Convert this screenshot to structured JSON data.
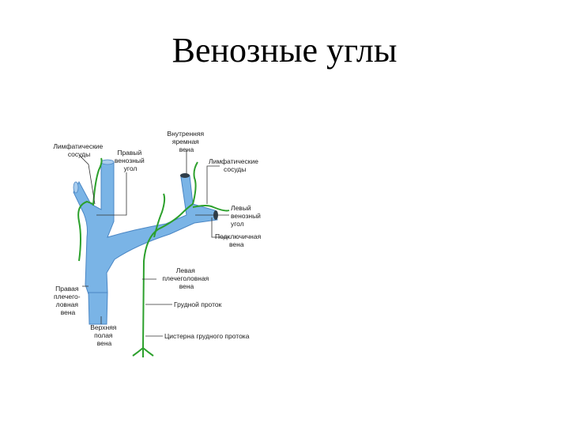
{
  "slide": {
    "title": "Венозные углы"
  },
  "colors": {
    "vein": "#7ab4e6",
    "vein_edge": "#4a86c4",
    "lymph": "#2ca02c",
    "leader": "#333333",
    "vessel_end": "#2f3e4a"
  },
  "labels": {
    "left_lymph_vessels": [
      "Лимфатические",
      "сосуды"
    ],
    "right_venous_angle": [
      "Правый",
      "венозный",
      "угол"
    ],
    "internal_jugular": [
      "Внутренняя",
      "яремная",
      "вена"
    ],
    "right_lymph_vessels": [
      "Лимфатические",
      "сосуды"
    ],
    "left_venous_angle": [
      "Левый",
      "венозный",
      "угол"
    ],
    "subclavian": [
      "Подключичная",
      "вена"
    ],
    "left_brachiocephalic": [
      "Левая",
      "плечеголовная",
      "вена"
    ],
    "thoracic_duct": [
      "Грудной проток"
    ],
    "right_brachiocephalic": [
      "Правая",
      "плечего-",
      "ловная",
      "вена"
    ],
    "superior_vena_cava": [
      "Верхняя",
      "полая",
      "вена"
    ],
    "cisterna_chyli": [
      "Цистерна грудного протока"
    ]
  }
}
